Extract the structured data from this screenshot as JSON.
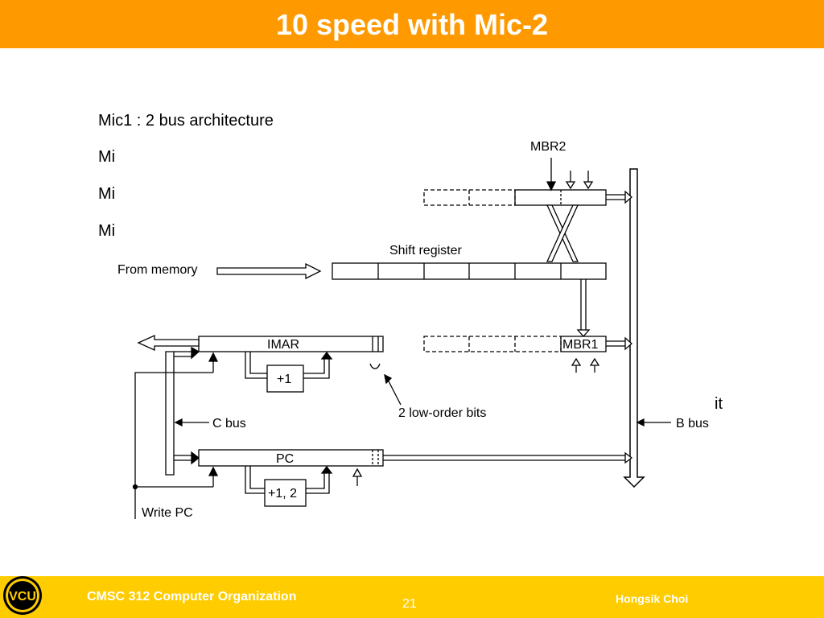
{
  "slide": {
    "title": "10 speed with Mic-2",
    "bullets": [
      "Mic1 : 2 bus architecture",
      "Mi",
      "Mi",
      "Mi"
    ],
    "stray_text": "it"
  },
  "diagram": {
    "labels": {
      "mbr2": "MBR2",
      "shift_register": "Shift register",
      "from_memory": "From memory",
      "imar": "IMAR",
      "mbr1": "MBR1",
      "plus_one": "+1",
      "low_order_bits": "2 low-order bits",
      "c_bus": "C bus",
      "b_bus": "B bus",
      "pc": "PC",
      "plus_one_two": "+1, 2",
      "write_pc": "Write PC"
    }
  },
  "footer": {
    "course": "CMSC 312 Computer Organization",
    "page": "21",
    "author": "Hongsik Choi",
    "logo_text": "VCU"
  },
  "colors": {
    "title_bar": "#ff9900",
    "footer_bar": "#ffcc00",
    "title_text": "#ffffff"
  }
}
